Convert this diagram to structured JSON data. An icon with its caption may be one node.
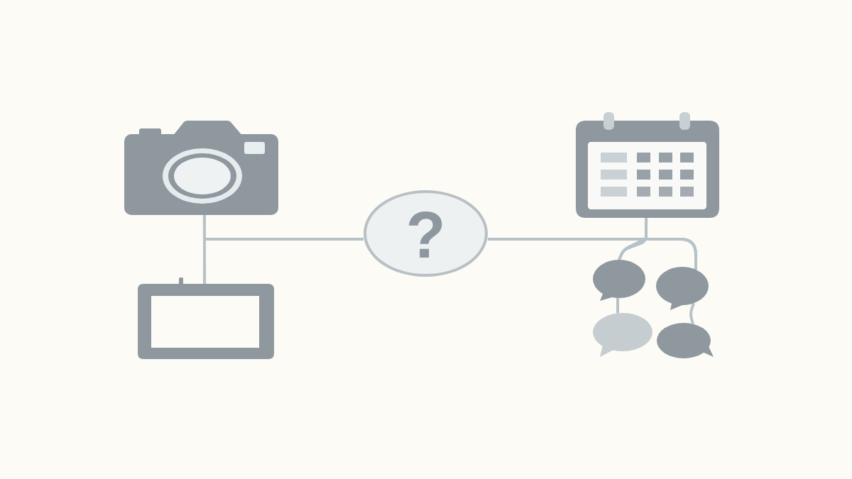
{
  "diagram": {
    "nodes": [
      {
        "text": [],
        "shape": "picture"
      },
      {
        "text": [],
        "shape": "picture"
      },
      {
        "text": [
          "?"
        ]
      },
      {
        "text": [],
        "shape": "picture"
      },
      {
        "text": [],
        "shape": "bubble"
      },
      {
        "text": [],
        "shape": "bubble"
      },
      {
        "text": [],
        "shape": "bubble"
      },
      {
        "text": [],
        "shape": "bubble"
      }
    ],
    "edges": [
      {
        "from": 0,
        "to": 1,
        "arrow": "none"
      },
      {
        "from": 0,
        "to": 2,
        "arrow": "none"
      },
      {
        "from": 1,
        "to": 2,
        "arrow": "none"
      },
      {
        "from": 2,
        "to": 3,
        "arrow": "none"
      },
      {
        "from": 2,
        "to": 4,
        "arrow": "none"
      },
      {
        "from": 2,
        "to": 5,
        "arrow": "none"
      },
      {
        "from": 3,
        "to": 4,
        "arrow": "none"
      },
      {
        "from": 3,
        "to": 5,
        "arrow": "none"
      },
      {
        "from": 4,
        "to": 6,
        "arrow": "none"
      },
      {
        "from": 5,
        "to": 7,
        "arrow": "none"
      }
    ]
  }
}
